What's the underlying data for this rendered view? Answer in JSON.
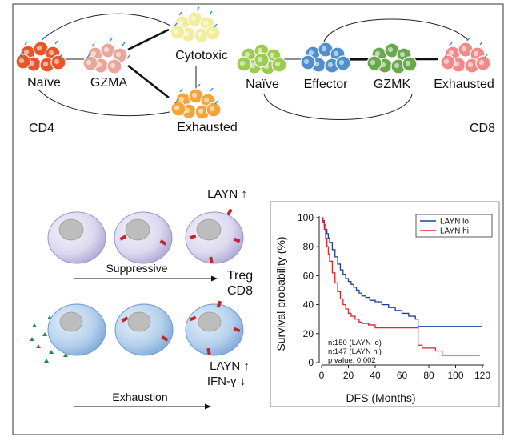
{
  "top": {
    "cd4": {
      "naive": "Naïve",
      "gzma": "GZMA",
      "cytotoxic": "Cytotoxic",
      "exhausted": "Exhausted",
      "group": "CD4"
    },
    "cd8": {
      "naive": "Naïve",
      "effector": "Effector",
      "gzmk": "GZMK",
      "exhausted": "Exhausted",
      "group": "CD8"
    }
  },
  "bottom": {
    "layn_up_top": "LAYN ↑",
    "suppressive": "Suppressive",
    "treg": "Treg",
    "cd8": "CD8",
    "layn_up_bottom": "LAYN ↑",
    "ifng_down": "IFN-γ ↓",
    "exhaustion": "Exhaustion"
  },
  "colors": {
    "layn": "#c0272d",
    "ifng": "#1a7a3a",
    "naive_cd4": "#e8552a",
    "gzma": "#e8a79a",
    "cytotoxic": "#f3ec9a",
    "exhausted_cd4": "#f5a43a",
    "naive_cd8": "#9ccb4f",
    "effector": "#4f8fcb",
    "gzmk": "#6aa84f",
    "exhausted_cd8": "#f28a8a",
    "series_lo": "#1f3f9a",
    "series_hi": "#e0262b"
  },
  "chart_data": {
    "type": "line",
    "xlabel": "DFS (Months)",
    "ylabel": "Survival probability (%)",
    "xlim": [
      0,
      120
    ],
    "ylim": [
      0,
      100
    ],
    "xticks": [
      0,
      20,
      40,
      60,
      80,
      100,
      120
    ],
    "yticks": [
      0,
      20,
      40,
      60,
      80,
      100
    ],
    "legend_position": "top-right",
    "series": [
      {
        "name": "LAYN lo",
        "color": "#1f3f9a",
        "x": [
          0,
          1,
          2,
          3,
          4,
          5,
          6,
          8,
          10,
          12,
          14,
          16,
          18,
          20,
          22,
          24,
          26,
          28,
          30,
          33,
          36,
          40,
          45,
          50,
          55,
          60,
          65,
          70,
          72,
          80,
          90,
          100,
          110,
          120
        ],
        "y": [
          100,
          98,
          95,
          92,
          89,
          86,
          83,
          78,
          73,
          68,
          64,
          61,
          58,
          56,
          54,
          52,
          50,
          48,
          46,
          45,
          43,
          42,
          40,
          38,
          36,
          34,
          32,
          30,
          25,
          25,
          25,
          25,
          25,
          25
        ]
      },
      {
        "name": "LAYN hi",
        "color": "#e0262b",
        "x": [
          0,
          1,
          2,
          3,
          4,
          5,
          6,
          8,
          10,
          12,
          14,
          16,
          18,
          20,
          22,
          25,
          28,
          30,
          35,
          40,
          50,
          60,
          70,
          72,
          75,
          80,
          85,
          90,
          95,
          100,
          110,
          118
        ],
        "y": [
          100,
          97,
          92,
          86,
          80,
          75,
          70,
          62,
          55,
          49,
          44,
          40,
          37,
          34,
          32,
          30,
          28,
          27,
          26,
          24,
          24,
          24,
          24,
          12,
          10,
          10,
          8,
          5,
          5,
          5,
          5,
          5
        ]
      }
    ],
    "annotations": [
      "n:150 (LAYN lo)",
      "n:147 (LAYN hi)",
      "p value: 0.002"
    ]
  }
}
